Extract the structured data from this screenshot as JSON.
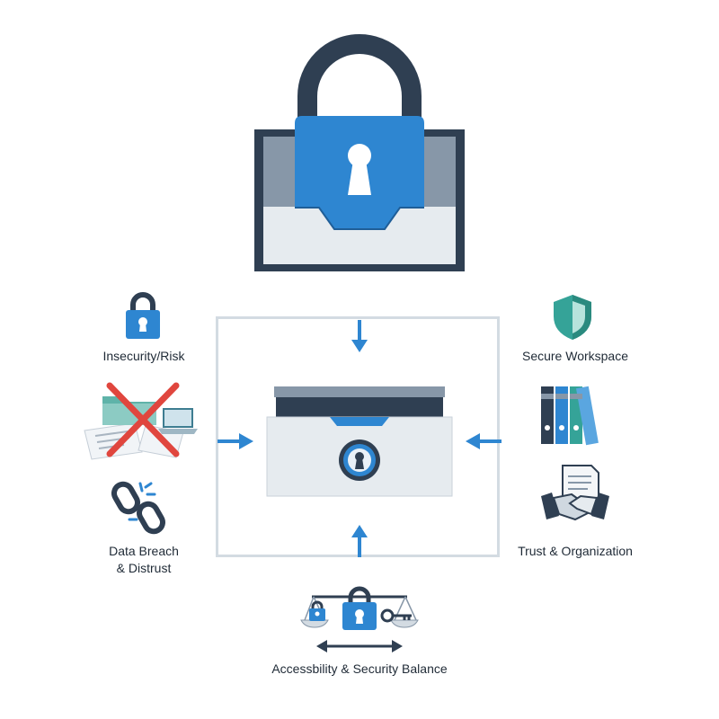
{
  "labels": {
    "insecurity": "Insecurity/Risk",
    "data_breach_line1": "Data Breach",
    "data_breach_line2": "& Distrust",
    "secure_workspace": "Secure Workspace",
    "trust_organization": "Trust & Organization",
    "balance": "Accessbility & Security Balance"
  },
  "colors": {
    "navy": "#2f3f52",
    "blue": "#2e86d1",
    "light_blue": "#5aa6e0",
    "teal": "#35a398",
    "red": "#e0463e",
    "frame": "#d3dbe2",
    "tray": "#e6ebef",
    "slate": "#8797a8"
  },
  "icons": [
    "padlock-icon",
    "lockbox-icon",
    "drawer-icon",
    "shield-icon",
    "binders-icon",
    "handshake-icon",
    "broken-chain-icon",
    "crossed-documents-icon",
    "scale-icon",
    "key-icon"
  ]
}
